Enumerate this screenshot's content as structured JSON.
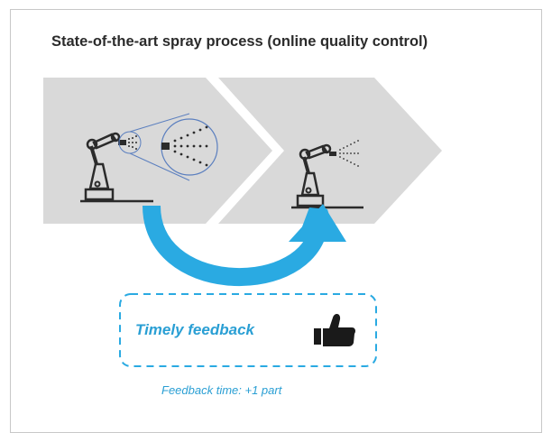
{
  "title": "State-of-the-art spray process (online quality control)",
  "feedback": {
    "label": "Timely feedback",
    "time": "Feedback time: +1 part",
    "icon": "thumbs-up-icon"
  },
  "colors": {
    "chevron_fill": "#d9d9d9",
    "arrow_blue": "#2aaae2",
    "text_blue": "#2a9fd4",
    "robot_dark": "#2b2b2b",
    "zoom_circle": "#5b7fbf"
  },
  "steps": [
    {
      "icon": "robot-arm-with-zoomed-nozzle-icon"
    },
    {
      "icon": "robot-arm-spraying-icon"
    }
  ]
}
